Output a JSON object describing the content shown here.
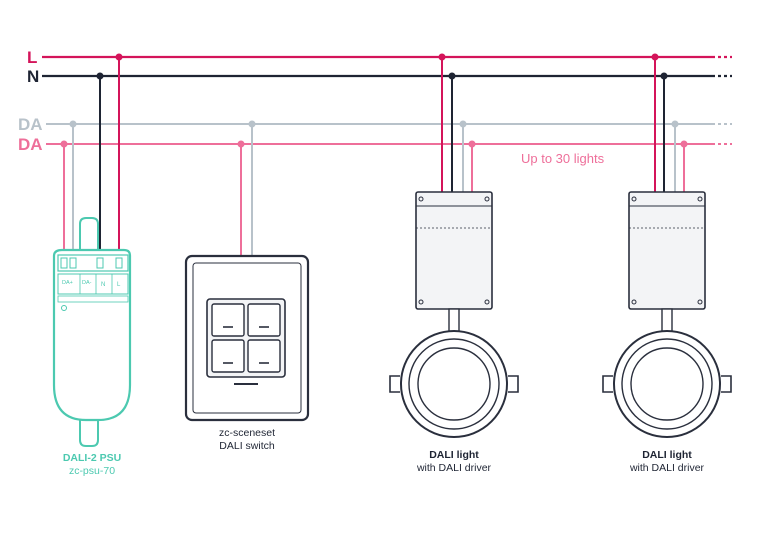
{
  "colors": {
    "live": "#d4145a",
    "neutral": "#1e2433",
    "dali_grey": "#b8c2ca",
    "dali_pink": "#ee6f9a",
    "psu": "#4cc9b0",
    "device_outline": "#2a2f3d",
    "device_fill": "#f3f4f6"
  },
  "bus_labels": {
    "live": "L",
    "neutral": "N",
    "dali_a": "DA",
    "dali_b": "DA"
  },
  "note": "Up to 30 lights",
  "psu": {
    "terminal_labels": [
      "DA+",
      "DA-",
      "N",
      "L"
    ],
    "title": "DALI-2 PSU",
    "model": "zc-psu-70"
  },
  "switch": {
    "title": "zc-sceneset",
    "subtitle": "DALI switch"
  },
  "lights": [
    {
      "title": "DALI light",
      "subtitle": "with DALI driver"
    },
    {
      "title": "DALI light",
      "subtitle": "with DALI driver"
    }
  ]
}
